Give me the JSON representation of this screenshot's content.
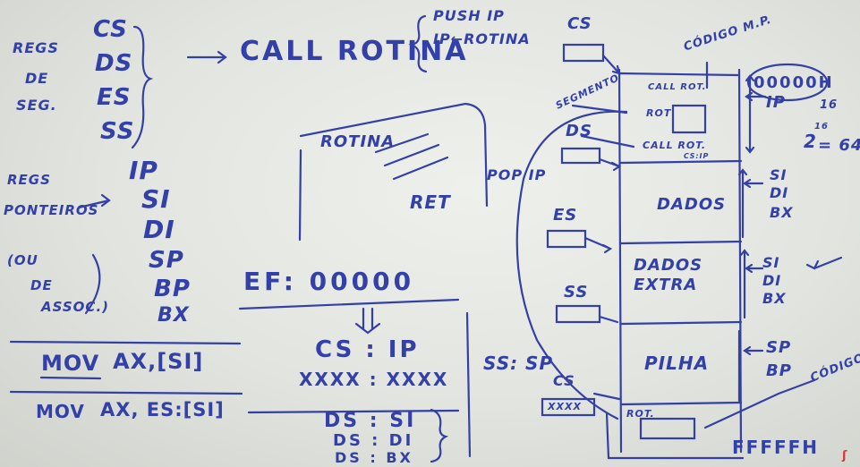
{
  "seg_regs": {
    "label": [
      "REGS",
      "DE",
      "SEG."
    ],
    "items": [
      "CS",
      "DS",
      "ES",
      "SS"
    ]
  },
  "call": {
    "text": "CALL ROTINA",
    "push": "PUSH IP",
    "ip": "IP←ROTINA"
  },
  "pointer_regs": {
    "label": [
      "REGS",
      "PONTEIROS"
    ],
    "alt": [
      "(OU",
      "DE",
      "ASSOC.)"
    ],
    "items": [
      "IP",
      "SI",
      "DI",
      "SP",
      "BP",
      "BX"
    ]
  },
  "mov1": {
    "op": "MOV",
    "args": "AX,[SI]"
  },
  "mov2": {
    "op": "MOV",
    "args": "AX, ES:[SI]"
  },
  "ef": "EF: 00000",
  "cs_ip": {
    "label": "CS : IP",
    "value": "XXXX : XXXX"
  },
  "ds_pairs": [
    "DS : SI",
    "DS : DI",
    "DS : BX"
  ],
  "rotina": {
    "title": "ROTINA",
    "ret": "RET",
    "pop": "POP IP"
  },
  "memory": {
    "top_addr": "00000H",
    "bottom_addr": "FFFFFH",
    "sections": [
      "DADOS",
      "DADOS EXTRA",
      "PILHA"
    ],
    "code_notes": [
      "CALL ROT.",
      "ROT",
      "CALL ROT.",
      "CS:IP",
      "ROT."
    ],
    "codigo": "CÓDIGO",
    "codigo_mp": "CÓDIGO M.P.",
    "segmento": "SEGMENTO",
    "segs": [
      "CS",
      "DS",
      "ES",
      "SS",
      "CS"
    ],
    "cs_box": "XXXX",
    "ss_sp": "SS: SP",
    "right_labels": [
      [
        "IP"
      ],
      [
        "SI",
        "DI",
        "BX"
      ],
      [
        "SI",
        "DI",
        "BX"
      ],
      [
        "SP",
        "BP"
      ]
    ],
    "math": [
      "16",
      "2",
      "16",
      "= 64"
    ]
  }
}
